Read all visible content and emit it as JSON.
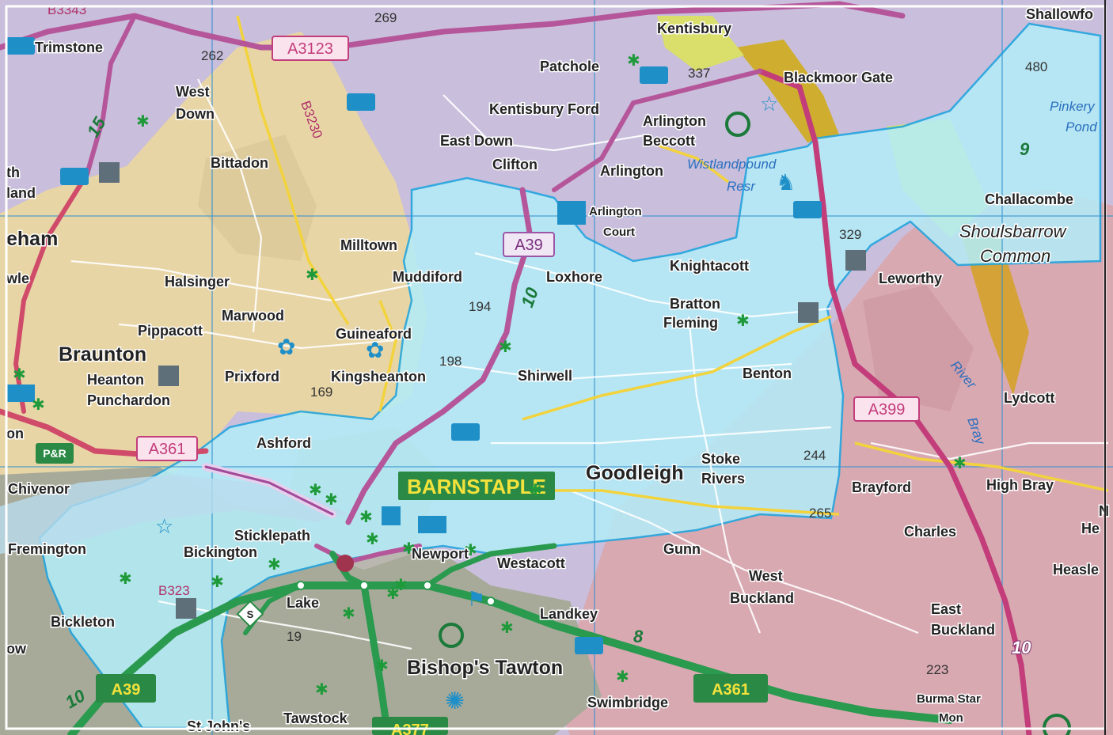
{
  "map": {
    "places": {
      "barnstaple": "BARNSTAPLE",
      "braunton": "Braunton",
      "goodleigh": "Goodleigh",
      "ashford": "Ashford",
      "fremington": "Fremington",
      "bickington": "Bickington",
      "sticklepath": "Sticklepath",
      "newport": "Newport",
      "westacott": "Westacott",
      "landkey": "Landkey",
      "bishops_tawton": "Bishop's Tawton",
      "swimbridge": "Swimbridge",
      "tawstock": "Tawstock",
      "st_johns": "St John's",
      "lake": "Lake",
      "bickleton": "Bickleton",
      "chivenor": "Chivenor",
      "heanton": "Heanton",
      "punchardon": "Punchardon",
      "pippacott": "Pippacott",
      "halsinger": "Halsinger",
      "marwood": "Marwood",
      "prixford": "Prixford",
      "guineaford": "Guineaford",
      "kingsheanton": "Kingsheanton",
      "milltown": "Milltown",
      "muddiford": "Muddiford",
      "bittadon": "Bittadon",
      "west": "West",
      "down": "Down",
      "trimstone": "Trimstone",
      "east_down": "East Down",
      "clifton": "Clifton",
      "kentisbury_ford": "Kentisbury Ford",
      "patchole": "Patchole",
      "kentisbury": "Kentisbury",
      "blackmoor_gate": "Blackmoor Gate",
      "arlington_beccott_1": "Arlington",
      "arlington_beccott_2": "Beccott",
      "arlington": "Arlington",
      "arlington_court_1": "Arlington",
      "arlington_court_2": "Court",
      "loxhore": "Loxhore",
      "knightacott": "Knightacott",
      "bratton": "Bratton",
      "fleming": "Fleming",
      "shirwell": "Shirwell",
      "benton": "Benton",
      "stoke": "Stoke",
      "rivers": "Rivers",
      "gunn": "Gunn",
      "west_buckland_1": "West",
      "west_buckland_2": "Buckland",
      "east_buckland_1": "East",
      "east_buckland_2": "Buckland",
      "challacombe": "Challacombe",
      "leworthy": "Leworthy",
      "lydcott": "Lydcott",
      "brayford": "Brayford",
      "high_bray": "High Bray",
      "charles": "Charles",
      "heasley": "Heasle",
      "burma_star_1": "Burma Star",
      "burma_star_2": "Mon",
      "shallowford": "Shallowfo",
      "edge_th": "th",
      "edge_land": "land",
      "edge_eham": "eham",
      "edge_wle": "wle",
      "edge_on": "on",
      "edge_ow": "ow",
      "edge_he": "He",
      "edge_n": "N"
    },
    "commons": {
      "line1": "Shoulsbarrow",
      "line2": "Common"
    },
    "water": {
      "wistlandpound_1": "Wistlandpound",
      "wistlandpound_2": "Resr",
      "pinkery_1": "Pinkery",
      "pinkery_2": "Pond",
      "river_bray_1": "River",
      "river_bray_2": "Bray"
    },
    "heights": [
      "262",
      "269",
      "337",
      "480",
      "194",
      "198",
      "169",
      "329",
      "244",
      "265",
      "223",
      "19"
    ],
    "roads": {
      "a3123": "A3123",
      "a39_north": "A39",
      "a361_west": "A361",
      "a399": "A399",
      "a39_south": "A39",
      "a361_east": "A361",
      "a377": "A377",
      "b3230": "B3230",
      "b3343": "B3343",
      "b3232": "B323"
    },
    "grid_numbers": [
      "15",
      "10",
      "9",
      "8",
      "10",
      "10"
    ],
    "icons": {
      "park_ride": "P&R",
      "s_junction": "S"
    },
    "colors": {
      "purple_region": "#c4b8d8",
      "beige_region": "#e7d4a4",
      "pink_region": "#d8a8b0",
      "grey_region": "#a9ab9a",
      "highlight": "#aee8f5",
      "boundary": "#1fa6e0",
      "primary_road": "#2a9a4f",
      "a_road": "#b53b7a",
      "grid_line": "#2f8fd0"
    }
  }
}
